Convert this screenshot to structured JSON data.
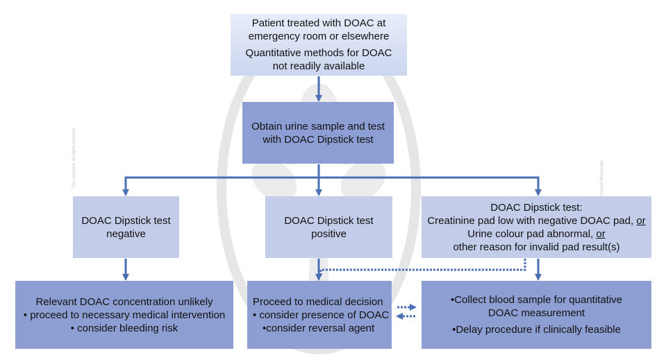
{
  "boxes": {
    "top": {
      "line1": "Patient treated with DOAC at",
      "line2": "emergency room or elsewhere",
      "line3": "Quantitative methods for DOAC",
      "line4": "not readily available"
    },
    "urine": {
      "line1": "Obtain urine sample and test",
      "line2": "with DOAC Dipstick test"
    },
    "negative": {
      "line1": "DOAC Dipstick test",
      "line2": "negative"
    },
    "positive": {
      "line1": "DOAC Dipstick test",
      "line2": "positive"
    },
    "invalid": {
      "line1": "DOAC Dipstick test:",
      "line2a": "Creatinine pad low with negative DOAC pad, ",
      "line2b": "or",
      "line3a": "Urine colour pad abnormal, ",
      "line3b": "or",
      "line4": "other reason for invalid pad result(s)"
    },
    "outcome_negative": {
      "line1": "Relevant DOAC concentration unlikely",
      "line2": "• proceed to necessary medical intervention",
      "line3": "• consider bleeding risk"
    },
    "outcome_positive": {
      "line1": "Proceed to medical decision",
      "line2": "• consider presence of DOAC",
      "line3": "•consider reversal agent"
    },
    "outcome_invalid": {
      "line1": "•Collect blood sample for quantitative",
      "line2": "DOAC measurement",
      "line3": "•Delay procedure if clinically feasible"
    }
  },
  "side_texts": {
    "left": "The copyright. All rights reserved.",
    "right": "Accepted Manuscript"
  },
  "colors": {
    "arrow": "#4a6fb5",
    "box_light": "#c3cde9",
    "box_dark": "#8c9ed3",
    "watermark": "#e6e6e6"
  }
}
